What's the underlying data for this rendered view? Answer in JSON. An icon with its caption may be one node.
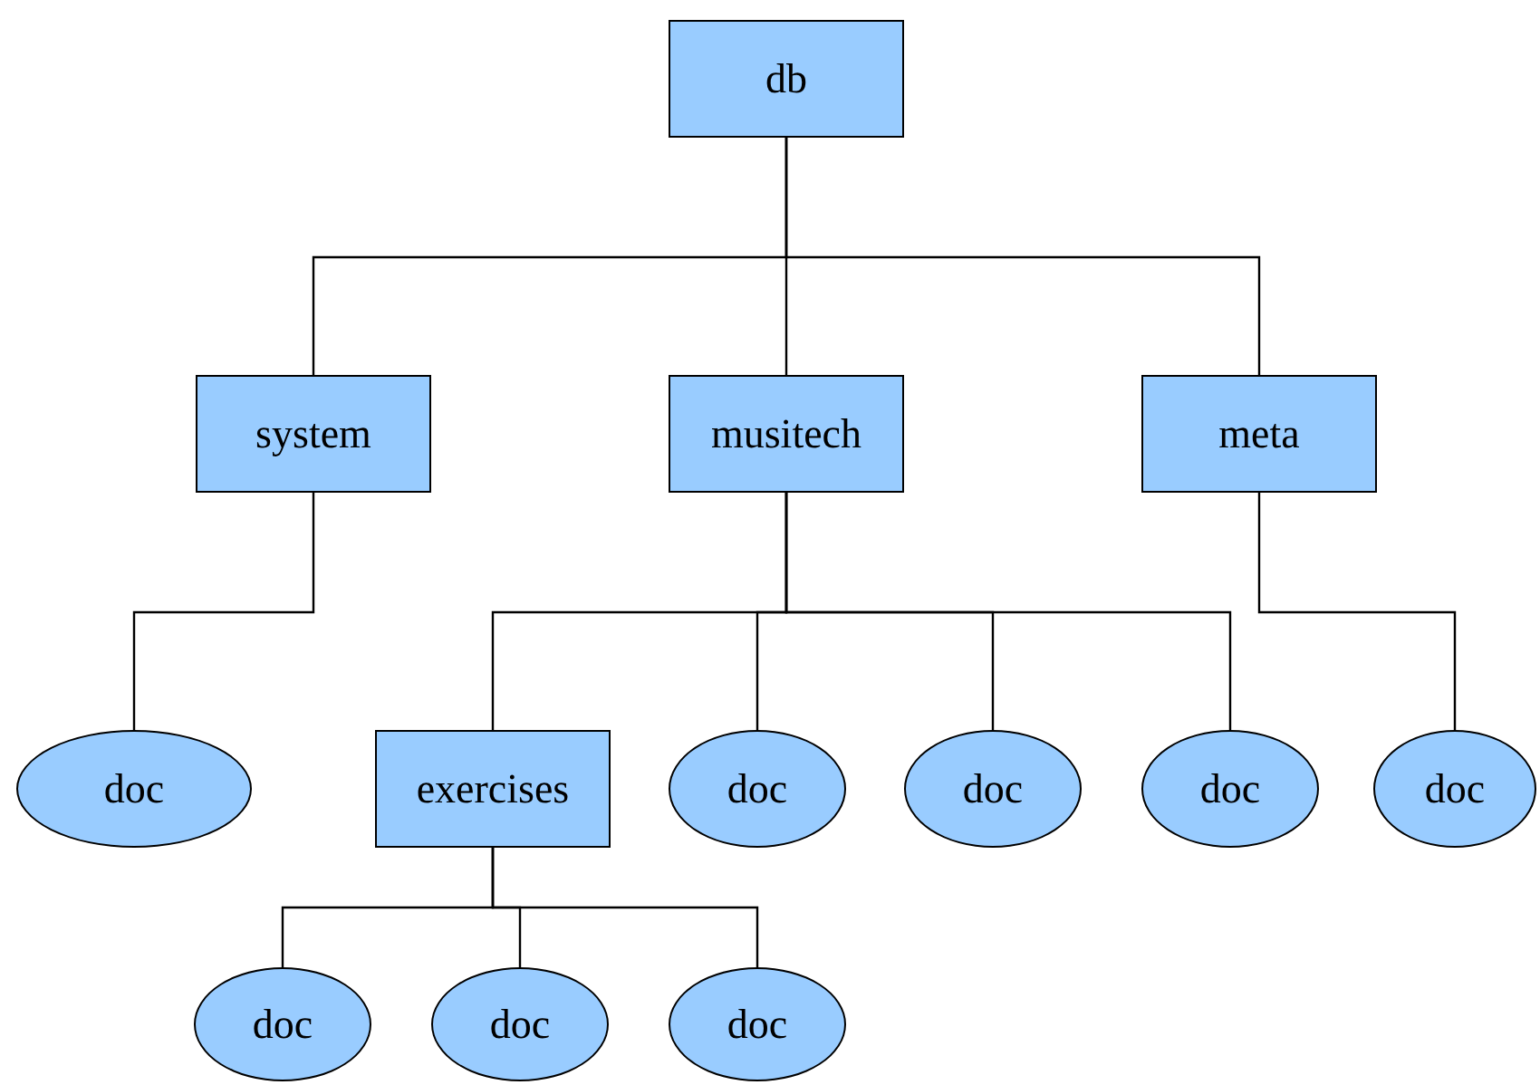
{
  "diagram": {
    "nodes": [
      {
        "text": [
          "db"
        ]
      },
      {
        "text": [
          "system"
        ]
      },
      {
        "text": [
          "musitech"
        ]
      },
      {
        "text": [
          "meta"
        ]
      },
      {
        "text": [
          "doc"
        ]
      },
      {
        "text": [
          "exercises"
        ]
      },
      {
        "text": [
          "doc"
        ]
      },
      {
        "text": [
          "doc"
        ]
      },
      {
        "text": [
          "doc"
        ]
      },
      {
        "text": [
          "doc"
        ]
      },
      {
        "text": [
          "doc"
        ]
      },
      {
        "text": [
          "doc"
        ]
      },
      {
        "text": [
          "doc"
        ]
      }
    ],
    "edges": [
      {
        "from": 0,
        "to": 1,
        "arrow": "none"
      },
      {
        "from": 0,
        "to": 2,
        "arrow": "none"
      },
      {
        "from": 0,
        "to": 3,
        "arrow": "none"
      },
      {
        "from": 1,
        "to": 4,
        "arrow": "none"
      },
      {
        "from": 2,
        "to": 5,
        "arrow": "none"
      },
      {
        "from": 2,
        "to": 6,
        "arrow": "none"
      },
      {
        "from": 2,
        "to": 7,
        "arrow": "none"
      },
      {
        "from": 2,
        "to": 8,
        "arrow": "none"
      },
      {
        "from": 3,
        "to": 9,
        "arrow": "none"
      },
      {
        "from": 5,
        "to": 10,
        "arrow": "none"
      },
      {
        "from": 5,
        "to": 11,
        "arrow": "none"
      },
      {
        "from": 5,
        "to": 12,
        "arrow": "none"
      }
    ]
  }
}
